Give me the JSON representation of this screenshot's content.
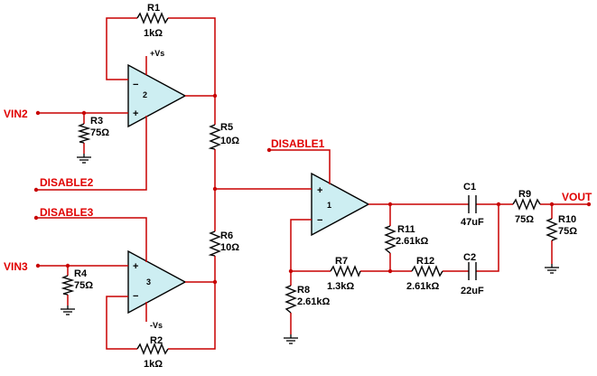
{
  "ports": {
    "vin2": "VIN2",
    "vin3": "VIN3",
    "vout": "VOUT",
    "disable1": "DISABLE1",
    "disable2": "DISABLE2",
    "disable3": "DISABLE3"
  },
  "supplies": {
    "pos": "+Vs",
    "neg": "-Vs"
  },
  "opamps": {
    "u1": "1",
    "u2": "2",
    "u3": "3"
  },
  "signs": {
    "plus": "+",
    "minus": "−"
  },
  "components": {
    "r1": {
      "name": "R1",
      "value": "1kΩ"
    },
    "r2": {
      "name": "R2",
      "value": "1kΩ"
    },
    "r3": {
      "name": "R3",
      "value": "75Ω"
    },
    "r4": {
      "name": "R4",
      "value": "75Ω"
    },
    "r5": {
      "name": "R5",
      "value": "10Ω"
    },
    "r6": {
      "name": "R6",
      "value": "10Ω"
    },
    "r7": {
      "name": "R7",
      "value": "1.3kΩ"
    },
    "r8": {
      "name": "R8",
      "value": "2.61kΩ"
    },
    "r9": {
      "name": "R9",
      "value": "75Ω"
    },
    "r10": {
      "name": "R10",
      "value": "75Ω"
    },
    "r11": {
      "name": "R11",
      "value": "2.61kΩ"
    },
    "r12": {
      "name": "R12",
      "value": "2.61kΩ"
    },
    "c1": {
      "name": "C1",
      "value": "47uF"
    },
    "c2": {
      "name": "C2",
      "value": "22uF"
    }
  }
}
